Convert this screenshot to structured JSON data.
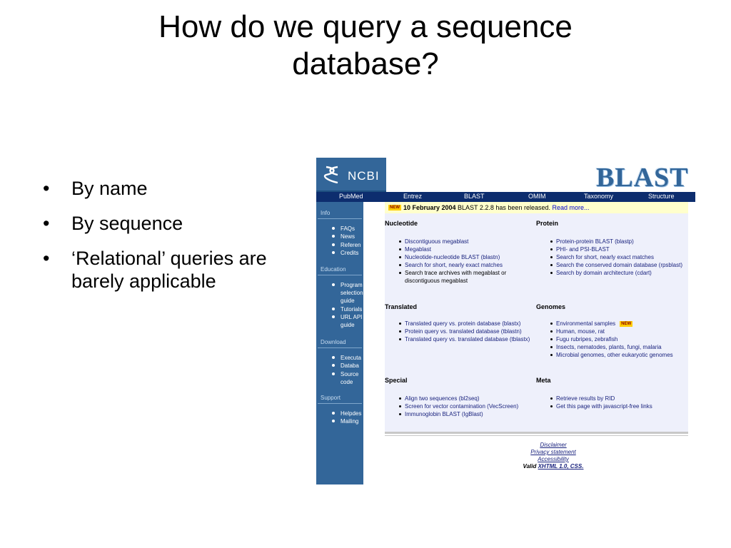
{
  "slide": {
    "title_line1": "How do we query a sequence",
    "title_line2": "database?",
    "bullets": [
      "By name",
      "By sequence",
      "‘Relational’ queries are barely applicable"
    ]
  },
  "screenshot": {
    "logo_text": "NCBI",
    "blast_logo": "BLAST",
    "nav": [
      "PubMed",
      "Entrez",
      "BLAST",
      "OMIM",
      "Taxonomy",
      "Structure"
    ],
    "sidebar": {
      "info_heading": "Info",
      "info_items": [
        "FAQs",
        "News",
        "Referen",
        "Credits"
      ],
      "education_heading": "Education",
      "education_items": [
        "Program",
        "selection",
        "guide",
        "Tutorials",
        "URL API",
        "guide"
      ],
      "download_heading": "Download",
      "download_items": [
        "Executa",
        "Databa",
        "Source",
        "code"
      ],
      "support_heading": "Support",
      "support_items": [
        "Helpdes",
        "Mailing"
      ]
    },
    "news": {
      "badge": "NEW",
      "date": "10 February 2004",
      "text": " BLAST 2.2.8 has been released. ",
      "link": "Read more..."
    },
    "sections": {
      "nucleotide": {
        "title": "Nucleotide",
        "items": [
          "Discontiguous megablast",
          "Megablast",
          "Nucleotide-nucleotide BLAST (blastn)",
          "Search for short, nearly exact matches",
          "Search trace archives with megablast or discontiguous megablast"
        ]
      },
      "protein": {
        "title": "Protein",
        "items": [
          "Protein-protein BLAST (blastp)",
          "PHI- and PSI-BLAST",
          "Search for short, nearly exact matches",
          "Search the conserved domain database (rpsblast)",
          "Search by domain architecture (cdart)"
        ]
      },
      "translated": {
        "title": "Translated",
        "items": [
          "Translated query vs. protein database (blastx)",
          "Protein query vs. translated database (tblastn)",
          "Translated query vs. translated database (tblastx)"
        ]
      },
      "genomes": {
        "title": "Genomes",
        "items": [
          "Environmental samples",
          "Human, mouse, rat",
          "Fugu rubripes, zebrafish",
          "Insects, nematodes, plants, fungi, malaria",
          "Microbial genomes, other eukaryotic genomes"
        ],
        "new_badge": "NEW"
      },
      "special": {
        "title": "Special",
        "items": [
          "Align two sequences (bl2seq)",
          "Screen for vector contamination (VecScreen)",
          "Immunoglobin BLAST (IgBlast)"
        ]
      },
      "meta": {
        "title": "Meta",
        "items": [
          "Retrieve results by RID",
          "Get this page with javascript-free links"
        ]
      }
    },
    "footer": {
      "disclaimer": "Disclaimer",
      "privacy": "Privacy statement",
      "accessibility": "Accessibility",
      "valid_prefix": "Valid ",
      "valid_link": "XHTML 1.0, CSS."
    },
    "colors": {
      "sidebar": "#336699",
      "navbar": "#0d2d6e",
      "content_bg": "#eef0fb",
      "news_bg": "#ffffcc",
      "link": "#1a237e"
    }
  }
}
